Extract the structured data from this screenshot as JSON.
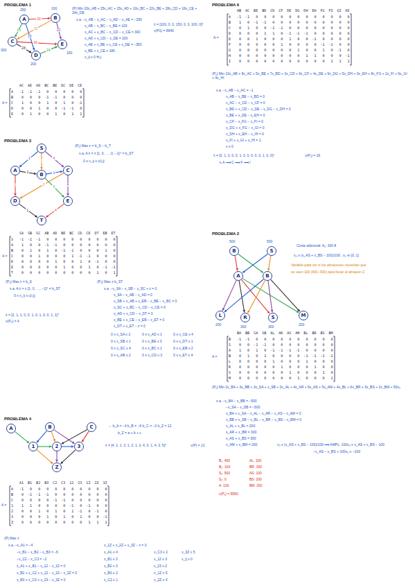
{
  "diagram": {
    "nodes": [
      {
        "text": [
          "A"
        ]
      },
      {
        "text": [
          "B"
        ]
      },
      {
        "text": [
          "C"
        ]
      },
      {
        "text": [
          "D"
        ]
      },
      {
        "text": [
          "E"
        ]
      },
      {
        "text": [
          "S"
        ]
      },
      {
        "text": [
          "A"
        ]
      },
      {
        "text": [
          "C"
        ]
      },
      {
        "text": [
          "B"
        ]
      },
      {
        "text": [
          "D"
        ]
      },
      {
        "text": [
          "E"
        ]
      },
      {
        "text": [
          "T"
        ]
      },
      {
        "text": [
          "A"
        ]
      },
      {
        "text": [
          "B"
        ]
      },
      {
        "text": [
          "C"
        ]
      },
      {
        "text": [
          "1"
        ]
      },
      {
        "text": [
          "2"
        ]
      },
      {
        "text": [
          "3"
        ]
      },
      {
        "text": [
          "Z"
        ]
      },
      {
        "text": [
          "B"
        ]
      },
      {
        "text": [
          "S"
        ]
      },
      {
        "text": [
          "A"
        ]
      },
      {
        "text": [
          "B"
        ]
      },
      {
        "text": [
          "L"
        ]
      },
      {
        "text": [
          "R"
        ]
      },
      {
        "text": [
          "S"
        ]
      },
      {
        "text": [
          "M"
        ]
      }
    ],
    "edges": [
      {
        "from": 0,
        "to": 1,
        "arrow": "to",
        "label": "20"
      },
      {
        "from": 0,
        "to": 2,
        "arrow": "to",
        "label": "25"
      },
      {
        "from": 0,
        "to": 3,
        "arrow": "to",
        "label": "15"
      },
      {
        "from": 1,
        "to": 2,
        "arrow": "to",
        "label": "10"
      },
      {
        "from": 1,
        "to": 4,
        "arrow": "to",
        "label": "22"
      },
      {
        "from": 2,
        "to": 3,
        "arrow": "to",
        "label": "28"
      },
      {
        "from": 2,
        "to": 4,
        "arrow": "to",
        "label": "16"
      },
      {
        "from": 3,
        "to": 4,
        "arrow": "to",
        "label": "24"
      },
      {
        "from": 5,
        "to": 6,
        "arrow": "to",
        "label": "2"
      },
      {
        "from": 5,
        "to": 8,
        "arrow": "to",
        "label": "1"
      },
      {
        "from": 5,
        "to": 7,
        "arrow": "to",
        "label": "4"
      },
      {
        "from": 6,
        "to": 8,
        "arrow": "to",
        "label": "2"
      },
      {
        "from": 6,
        "to": 9,
        "arrow": "to",
        "label": "1"
      },
      {
        "from": 8,
        "to": 10,
        "arrow": "to",
        "label": "3"
      },
      {
        "from": 8,
        "to": 7,
        "arrow": "to",
        "label": "1"
      },
      {
        "from": 7,
        "to": 9,
        "arrow": "to",
        "label": "3"
      },
      {
        "from": 7,
        "to": 10,
        "arrow": "to",
        "label": "4"
      },
      {
        "from": 9,
        "to": 11,
        "arrow": "to",
        "label": "1"
      },
      {
        "from": 10,
        "to": 11,
        "arrow": "to",
        "label": "4"
      },
      {
        "from": 12,
        "to": 15,
        "arrow": "to"
      },
      {
        "from": 13,
        "to": 15,
        "arrow": "to"
      },
      {
        "from": 13,
        "to": 16,
        "arrow": "to"
      },
      {
        "from": 13,
        "to": 17,
        "arrow": "to"
      },
      {
        "from": 14,
        "to": 16,
        "arrow": "to"
      },
      {
        "from": 14,
        "to": 17,
        "arrow": "to"
      },
      {
        "from": 15,
        "to": 16,
        "arrow": "to"
      },
      {
        "from": 16,
        "to": 17,
        "arrow": "to"
      },
      {
        "from": 15,
        "to": 18,
        "arrow": "to"
      },
      {
        "from": 16,
        "to": 18,
        "arrow": "to"
      },
      {
        "from": 17,
        "to": 18,
        "arrow": "to"
      },
      {
        "from": 19,
        "to": 21,
        "arrow": "to"
      },
      {
        "from": 19,
        "to": 22,
        "arrow": "to"
      },
      {
        "from": 20,
        "to": 21,
        "arrow": "to"
      },
      {
        "from": 20,
        "to": 22,
        "arrow": "to"
      },
      {
        "from": 21,
        "to": 23,
        "arrow": "to"
      },
      {
        "from": 21,
        "to": 24,
        "arrow": "to"
      },
      {
        "from": 21,
        "to": 25,
        "arrow": "to"
      },
      {
        "from": 21,
        "to": 26,
        "arrow": "to"
      },
      {
        "from": 22,
        "to": 23,
        "arrow": "to"
      },
      {
        "from": 22,
        "to": 24,
        "arrow": "to"
      },
      {
        "from": 22,
        "to": 25,
        "arrow": "to"
      },
      {
        "from": 22,
        "to": 26,
        "arrow": "to"
      }
    ],
    "labels": [
      "PROBLEMA 1",
      "(P) Min 20x_AB + 25x_AC + 15x_AD + 10x_BC + 22x_BE + 28x_CD + 16x_CE + 24x_DE",
      "s.a.  −x_AB − x_AC − x_AD − x_AE = −250",
      "x_AB − x_BC − x_BE = 100",
      "x_AC + x_BC − x_CD − x_CE = 300",
      "x_AD + x_CD − x_DE = 200",
      "x_AE + x_BE + x_CE + x_DE = −350",
      "x_BE + x_CE ≤ 180",
      "x_ij ≥ 0  ∀i,j",
      "x̄ = [100, 0, 0, 150, 0, 0, 100, 0]ᵀ",
      "v(P1) = 8940",
      "250",
      "100",
      "300",
      "200",
      "150",
      "A =",
      "    AC  AE  AD  BC  BE  DC  DE  CE",
      "A   -1  -1  -1   0   0   0   0   0",
      "B    0   0   0  -1  -1   0   0   0",
      "C    1   0   0   1   0   1   0  -1",
      "D    0   0   1   0   0  -1  -1   0",
      "E    0   1   0   0   1   0   1   1",
      "PROBLEMA 3",
      "(P₁) Max z = b_S − b_T",
      "s.a.  A x̄ = z [1, 0, …, 0, −1]ᵀ = b_ST",
      "0 ≤ x_ij ≤ c(i,j)",
      "A =",
      "    SA  SB  SC  AB  AD  BE  BC  CD  CE  DT  EB  ET",
      "S   -1  -1  -1   0   0   0   0   0   0   0   0   0",
      "A    1   0   0  -1  -1   0   0   0   0   0   0   0",
      "B    0   1   0   1   0  -1  -1   0   0   0   1   0",
      "C    0   0   1   0   0   0   1  -1  -1   0   0   0",
      "D    0   0   0   0   1   0   0   1   0  -1   0   0",
      "E    0   0   0   0   0   1   0   0   1   0  -1  -1",
      "T    0   0   0   0   0   0   0   0   0   1   0   1",
      "(P₂) Max z = b_S",
      "s.a.  A x̄ = z [1, 0, …, −1]ᵀ = b_ST",
      "0 ≤ x_ij ≤ c(i,j)",
      "x̄ = [2, 1, 1, 0, 0, 1, 0, 1, 0, 0, 1, 1]ᵀ",
      "v(P₂) = 4",
      "(P₃) Max z·b_ST",
      "s.a.  −x_SA − x_SB − x_SC + z = 0",
      "x_SA − x_AB − x_AD = 0",
      "x_SB + x_AB + x_EB − x_BE − x_BC = 0",
      "x_SC + x_BC − x_CD − x_CE = 0",
      "x_AD + x_CD − x_DT = 0",
      "x_BE + x_CE − x_EB − x_ET = 0",
      "x_DT + x_ET − z = 0",
      "0 ≤ x_SA ≤ 2",
      "0 ≤ x_AD ≤ 1",
      "0 ≤ x_CE ≤ 4",
      "0 ≤ x_SB ≤ 1",
      "0 ≤ x_BE ≤ 3",
      "0 ≤ x_DT ≤ 1",
      "0 ≤ x_SC ≤ 4",
      "0 ≤ x_BC ≤ 1",
      "0 ≤ x_EB ≤ 2",
      "0 ≤ x_AB ≤ 2",
      "0 ≤ x_CD ≤ 3",
      "0 ≤ x_ET ≤ 4",
      "PROBLEMA 4",
      "→ b_A = −4    b_B = −6    b_C = −2    b_Z = 12",
      "b_Z = a + b + c",
      "x̄ = [4, 1, 1, 3, 1, 2, 1, 0, 4, 0, 1, 4, 3, 5]ᵀ",
      "v(P) = 12",
      "A =",
      "    A1  B1  B2  B3  C2  C3  12  23  1Z  2Z  3Z",
      "A   -1   0   0   0   0   0   0   0   0   0   0",
      "B    0  -1  -1  -1   0   0   0   0   0   0   0",
      "C    0   0   0   0  -1  -1   0   0   0   0   0",
      "1    1   1   0   0   0   0  -1   0  -1   0   0",
      "2    0   0   1   0   1   0   1  -1   0  -1   0",
      "3    0   0   0   1   0   1   0   1   0   0  -1",
      "Z    0   0   0   0   0   0   0   0   1   1   1",
      "(P) Max z",
      "s.a.  −x_A1 = −4",
      "−x_B1 − x_B2 − x_B3 = −6",
      "−x_C2 − x_C3 = −2",
      "x_A1 + x_B1 − x_12 − x_1Z = 0",
      "x_B2 + x_C2 + x_12 − x_23 − x_2Z = 0",
      "x_B3 + x_C3 + x_23 − x_3Z = 0",
      "x_1Z + x_2Z + x_3Z − z = 0",
      "x_A1 ≤ 4",
      "x_B1 ≤ 2",
      "x_B2 ≤ 3",
      "x_B3 ≤ 2",
      "x_C2 ≤ 1",
      "x_C3 ≤ 2",
      "x_12 ≤ 3",
      "x_23 ≤ 2",
      "x_1Z ≤ 5",
      "x_2Z ≤ 4",
      "x_3Z ≤ 5",
      "x_ij ≥ 0",
      "PROBLEMA 6",
      "A =",
      "    AB  AC  BE  BD  CD  CF  DE  DG  DH  EH  FG  FI  GI  HI",
      "A   -1  -1   0   0   0   0   0   0   0   0   0   0   0   0",
      "B    1   0  -1  -1   0   0   0   0   0   0   0   0   0   0",
      "C    0   1   0   0  -1  -1   0   0   0   0   0   0   0   0",
      "D    0   0   0   1   1   0  -1  -1  -1   0   0   0   0   0",
      "E    0   0   1   0   0   0   1   0   0  -1   0   0   0   0",
      "F    0   0   0   0   0   1   0   0   0   0  -1  -1   0   0",
      "G    0   0   0   0   0   0   0   1   0   0   1   0  -1   0",
      "H    0   0   0   0   0   0   0   0   1   1   0   0   0  -1",
      "I    0   0   0   0   0   0   0   0   0   0   0   1   1   1",
      "(P₁) Min 10x_AB + 8x_AC + 5x_BE + 7x_BD + 3x_CD + 6x_CF + 4x_DE + 9x_DG + 5x_DH + 3x_EH + 8x_FG + 2x_FI + 6x_GI + 4x_HI",
      "s.a.  −x_AB − x_AC = −1",
      "x_AB − x_BE − x_BD = 0",
      "x_AC − x_CD − x_CF = 0",
      "x_BD + x_CD − x_DE − x_DG − x_DH = 0",
      "x_BE + x_DE − x_EH = 0",
      "x_CF − x_FG − x_FI = 0",
      "x_DG + x_FG − x_GI = 0",
      "x_DH + x_EH − x_HI = 0",
      "x_FI + x_GI + x_HI = 1",
      "x ≥ 0",
      "x̄ = [0, 1, 0, 0, 0, 1, 0, 0, 0, 0, 0, 1, 0, 0]ᵀ",
      "v(P₁) = 16",
      "↳ A ⟶ C ⟶ F ⟶ I",
      "PROBLEMA 2",
      "500",
      "500",
      "Coste adicional: A₂: 300 €",
      "x₀ ≥ (x_AS + x_BS − 100)/100 ,  x₀ ∈ {0, 1}",
      "Variable para ver si los almacenes necesitan que",
      "se usen 100 (400−300) para llevar al almacén 2",
      "200",
      "300",
      "300",
      "200",
      "A =",
      "    BA  BB  SA  SB  AL  AR  AS  AM  BL  BR  BS  BM",
      "B   -1  -1   0   0   0   0   0   0   0   0   0   0",
      "S    0   0  -1  -1   0   0   0   0   0   0   0   0",
      "A    1   0   1   0  -1  -1  -1  -1   0   0   0   0",
      "B    0   1   0   1   0   0   0   0  -1  -1  -1  -1",
      "L    0   0   0   0   1   0   0   0   1   0   0   0",
      "R    0   0   0   0   0   1   0   0   0   1   0   0",
      "S    0   0   0   0   0   0   1   0   0   0   1   0",
      "M    0   0   0   0   0   0   0   1   0   0   0   1",
      "(P₁) Min 2x_BA + 3x_BB + 3x_SA + x_SB + 2x_AL + 4x_AR + 6x_AS + 5x_AM + 4x_BL + 6x_BR + 3x_BS + 2x_BM + 50x₀",
      "s.a.  −x_BA − x_BB = −500",
      "−x_SA − x_SB = −500",
      "x_BA + x_SA − x_AL − x_AR − x_AS − x_AM = 0",
      "x_BB + x_SB − x_BL − x_BR − x_BS − x_BM = 0",
      "x_AL + x_BL = 200",
      "x_AR + x_BR = 300",
      "x_AS + x_BS = 300",
      "x_AM + x_BM = 200",
      "x₀ ≥ (x_AS + x_BS − 100)/100  ⟶  AMPL: 100x₀ ≥ x_AS + x_BS − 100",
      "−x_AS − x_BS + 100x₀ ≥ −100",
      "B₁: 400",
      "AL: 200",
      "B₂: 100",
      "BR: 300",
      "S₁: 500",
      "AS: 100",
      "S₂: 0",
      "BS: 200",
      "A: 100",
      "BM: 200",
      "v(P₁) = 5550"
    ]
  }
}
